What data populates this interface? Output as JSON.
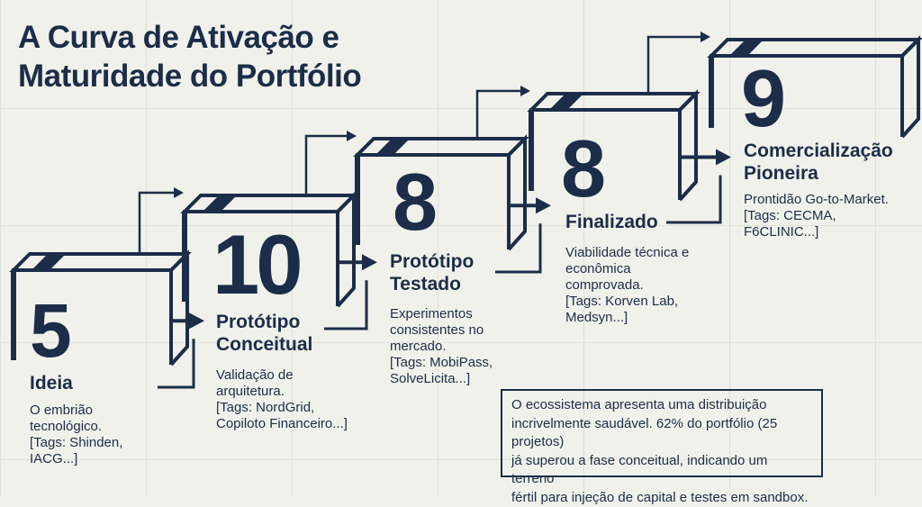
{
  "title": {
    "line1": "A Curva de Ativação e",
    "line2": "Maturidade do Portfólio"
  },
  "stages": [
    {
      "count": "5",
      "label_line1": "Ideia",
      "label_line2": "",
      "desc": [
        "O embrião",
        "tecnológico.",
        "[Tags: Shinden,",
        "IACG...]"
      ]
    },
    {
      "count": "10",
      "label_line1": "Protótipo",
      "label_line2": "Conceitual",
      "desc": [
        "Validação de",
        "arquitetura.",
        "[Tags: NordGrid,",
        "Copiloto Financeiro...]"
      ]
    },
    {
      "count": "8",
      "label_line1": "Protótipo",
      "label_line2": "Testado",
      "desc": [
        "Experimentos",
        "consistentes no",
        "mercado.",
        "[Tags: MobiPass,",
        "SolveLicita...]"
      ]
    },
    {
      "count": "8",
      "label_line1": "Finalizado",
      "label_line2": "",
      "desc": [
        "Viabilidade técnica e",
        "econômica",
        "comprovada.",
        "[Tags: Korven Lab,",
        "Medsyn...]"
      ]
    },
    {
      "count": "9",
      "label_line1": "Comercialização",
      "label_line2": "Pioneira",
      "desc": [
        "Prontidão Go-to-Market.",
        "[Tags: CECMA,",
        "F6CLINIC...]"
      ]
    }
  ],
  "note": {
    "lines": [
      "O ecossistema apresenta uma distribuição",
      "incrivelmente saudável. 62% do portfólio (25 projetos)",
      "já superou a fase conceitual, indicando um terreno",
      "fértil para injeção de capital e testes em sandbox."
    ]
  },
  "colors": {
    "ink": "#1b2d48",
    "background": "#f1f1eb"
  }
}
